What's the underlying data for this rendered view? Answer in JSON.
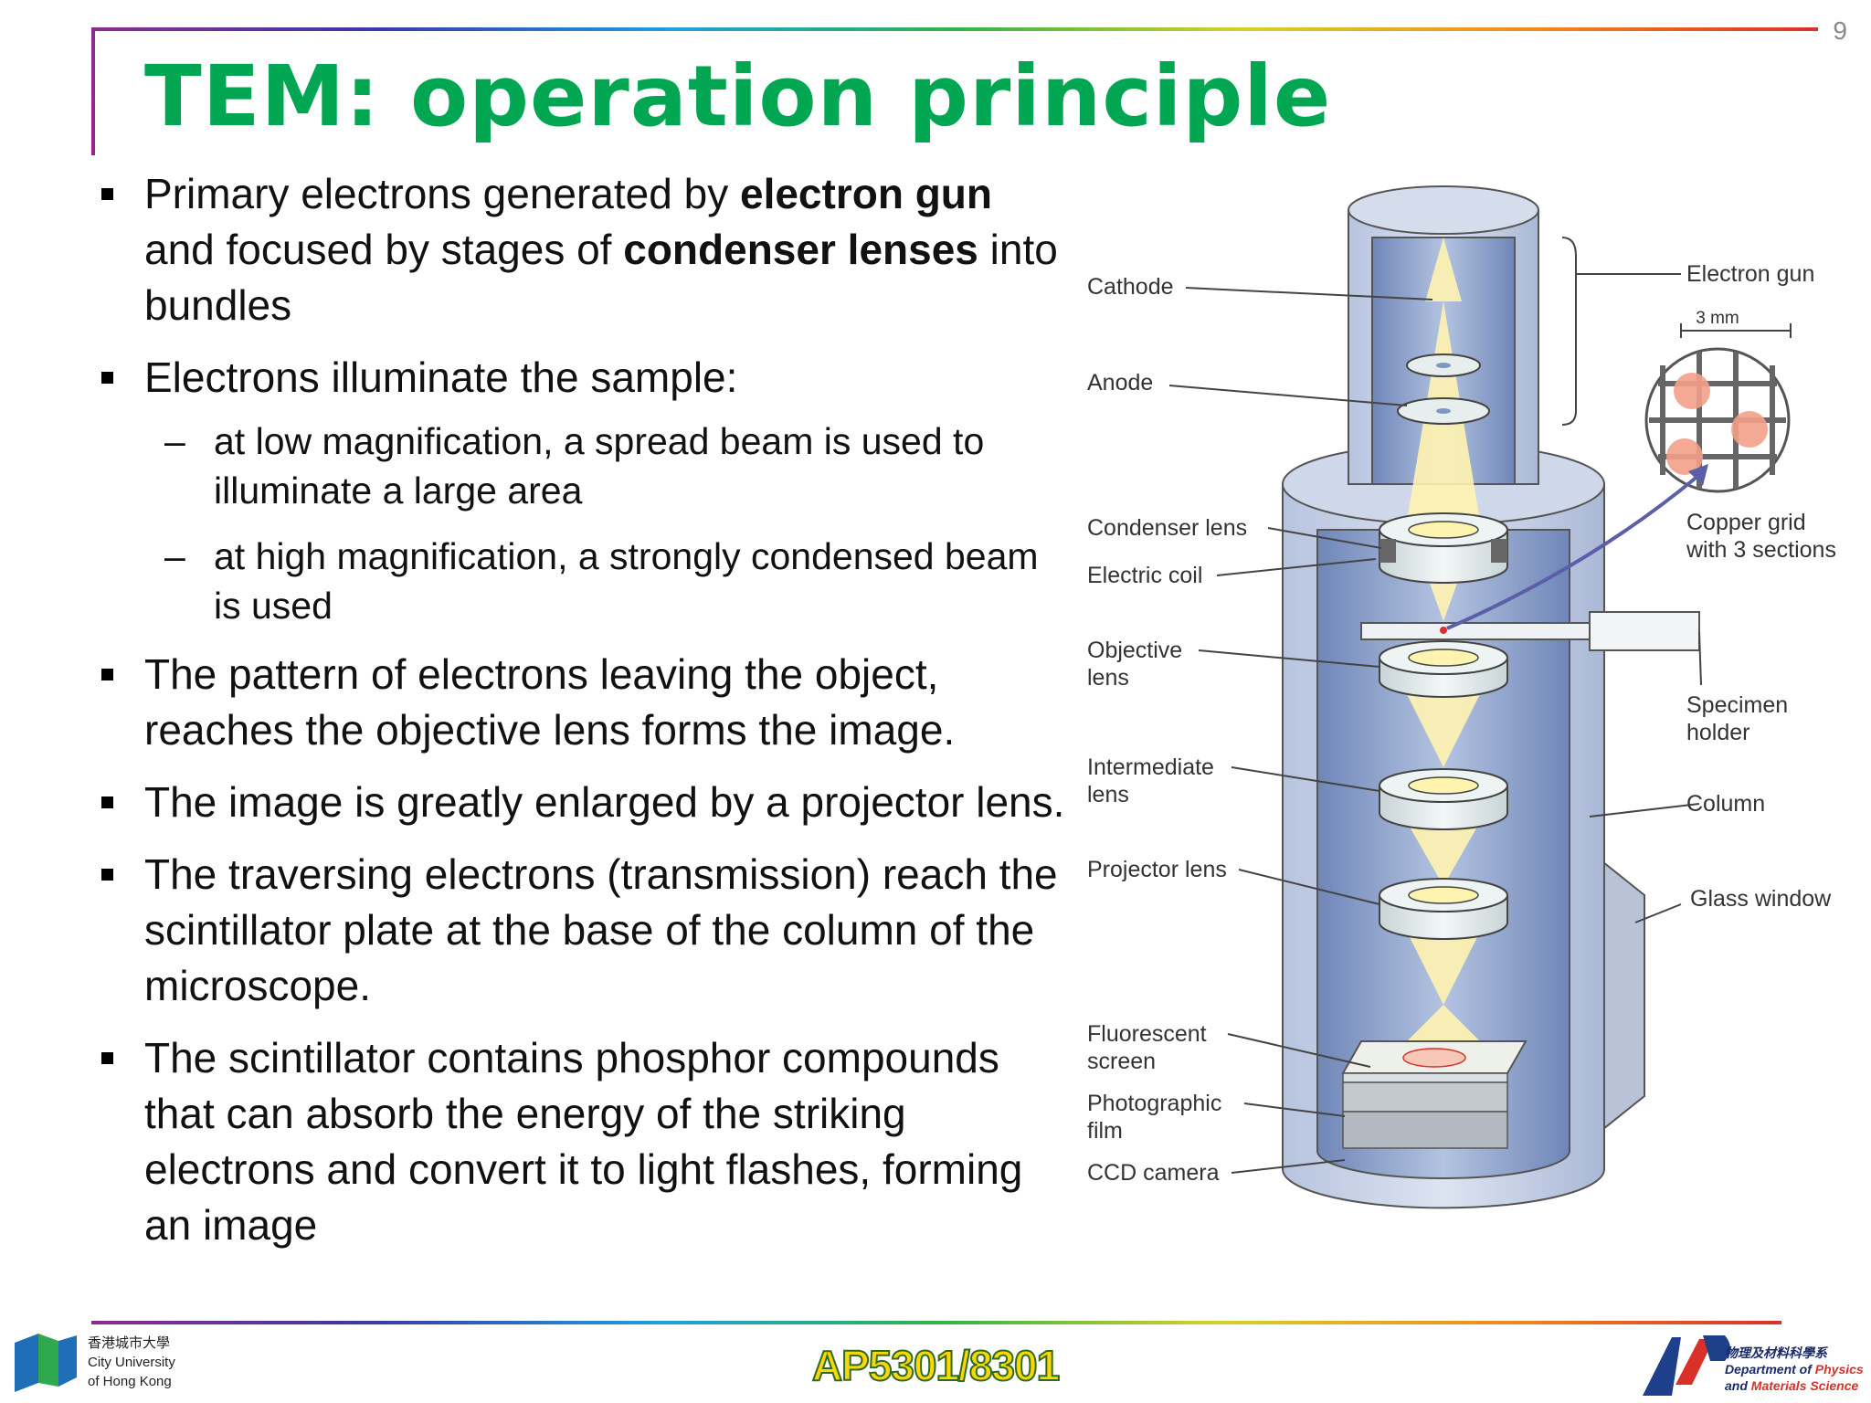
{
  "page_number": "9",
  "title": "TEM: operation principle",
  "bullets": [
    {
      "parts": [
        {
          "text": "Primary electrons generated by ",
          "bold": false
        },
        {
          "text": "electron gun",
          "bold": true
        },
        {
          "text": " and focused by stages of ",
          "bold": false
        },
        {
          "text": "condenser lenses",
          "bold": true
        },
        {
          "text": " into bundles",
          "bold": false
        }
      ]
    },
    {
      "text": "Electrons illuminate the sample:",
      "subitems": [
        "at low magnification, a spread beam is used to illuminate a large area",
        "at high magnification, a strongly condensed beam is used"
      ]
    },
    {
      "text": "The pattern of  electrons leaving the object, reaches the objective lens forms the image."
    },
    {
      "text": "The image is greatly enlarged by a projector lens."
    },
    {
      "text": "The traversing electrons (transmission) reach the scintillator plate at the base of the column of the microscope."
    },
    {
      "text": "The scintillator contains phosphor compounds that can absorb the energy of the striking electrons and convert it to light flashes, forming an image"
    }
  ],
  "diagram": {
    "labels": {
      "cathode": "Cathode",
      "anode": "Anode",
      "condenser_lens": "Condenser lens",
      "electric_coil": "Electric coil",
      "objective_lens_1": "Objective",
      "objective_lens_2": "lens",
      "intermediate_lens_1": "Intermediate",
      "intermediate_lens_2": "lens",
      "projector_lens": "Projector lens",
      "fluorescent_screen_1": "Fluorescent",
      "fluorescent_screen_2": "screen",
      "photographic_film_1": "Photographic",
      "photographic_film_2": "film",
      "ccd_camera": "CCD camera",
      "electron_gun": "Electron gun",
      "grid_size": "3 mm",
      "copper_grid_1": "Copper grid",
      "copper_grid_2": "with 3 sections",
      "specimen_holder_1": "Specimen",
      "specimen_holder_2": "holder",
      "column": "Column",
      "glass_window": "Glass window"
    },
    "colors": {
      "column_fill": "#c9d3e6",
      "column_inner": "#7f95c2",
      "beam": "#fff3b0",
      "lens": "#e4ecee",
      "section_dot": "#f3a08a"
    }
  },
  "footer": {
    "course_code": "AP5301/8301",
    "cityu_chinese": "香港城市大學",
    "cityu_line1": "City University",
    "cityu_line2": "of Hong Kong",
    "dept_chinese": "物理及材料科學系",
    "dept_line1_a": "Department of ",
    "dept_line1_b": "Physics",
    "dept_line2_a": "and ",
    "dept_line2_b": "Materials Science"
  }
}
